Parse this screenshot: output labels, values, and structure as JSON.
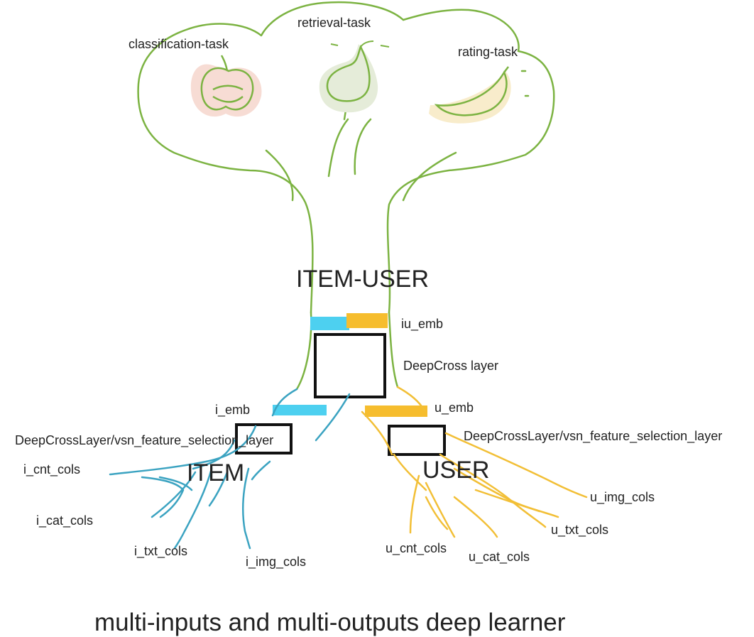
{
  "diagram": {
    "top_labels": {
      "classification": "classification-task",
      "retrieval": "retrieval-task",
      "rating": "rating-task"
    },
    "merge_label": "ITEM-USER",
    "iu_emb": "iu_emb",
    "deepcross_layer": "DeepCross layer",
    "item": {
      "emb": "i_emb",
      "vsn": "DeepCrossLayer/vsn_feature_selection_layer",
      "title": "ITEM",
      "inputs": [
        "i_cnt_cols",
        "i_cat_cols",
        "i_txt_cols",
        "i_img_cols"
      ]
    },
    "user": {
      "emb": "u_emb",
      "vsn": "DeepCrossLayer/vsn_feature_selection_layer",
      "title": "USER",
      "inputs": [
        "u_cnt_cols",
        "u_cat_cols",
        "u_txt_cols",
        "u_img_cols"
      ]
    },
    "caption": "multi-inputs and multi-outputs deep learner",
    "colors": {
      "tree": "#7cb342",
      "item_roots": "#3ba3c1",
      "user_roots": "#f2bf36",
      "item_emb": "#4dd0f0",
      "user_emb": "#f6bd2e",
      "box": "#111111"
    }
  }
}
